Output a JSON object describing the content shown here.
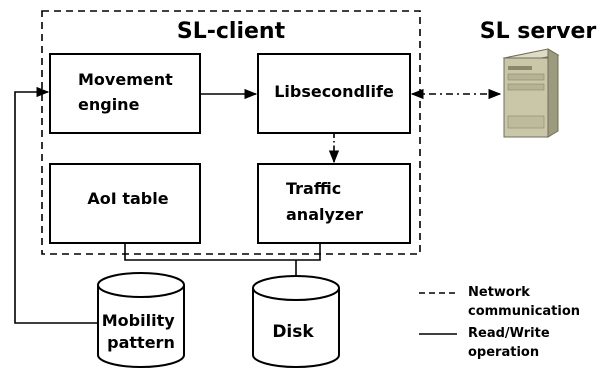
{
  "client": {
    "title": "SL-client"
  },
  "server": {
    "title": "SL server"
  },
  "boxes": {
    "movement": [
      "Movement",
      "engine"
    ],
    "libsl": "Libsecondlife",
    "aoi": "AoI table",
    "traffic": [
      "Traffic",
      "analyzer"
    ]
  },
  "stores": {
    "mobility": [
      "Mobility",
      "pattern"
    ],
    "disk": "Disk"
  },
  "legend": {
    "network": [
      "Network",
      "communication"
    ],
    "rw": [
      "Read/Write",
      "operation"
    ]
  },
  "colors": {
    "server_body": "#c9c7a8",
    "server_dark": "#9d9b7e"
  }
}
